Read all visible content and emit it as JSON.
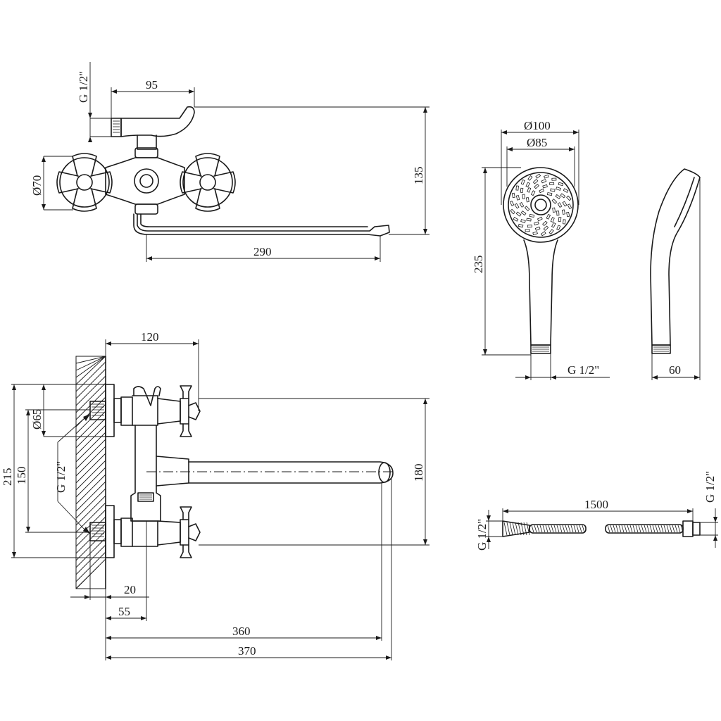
{
  "dimensions": {
    "top_view": {
      "thread": "G 1/2\"",
      "width_95": "95",
      "height_135": "135",
      "handle_diameter": "Ø70",
      "spout_length": "290"
    },
    "hand_shower": {
      "outer_diameter": "Ø100",
      "inner_diameter": "Ø85",
      "length": "235",
      "thread": "G 1/2\"",
      "depth": "60"
    },
    "front_view": {
      "depth_120": "120",
      "flange_diameter": "Ø65",
      "thread": "G 1/2\"",
      "overall_height": "215",
      "center_distance": "150",
      "spout_height": "180",
      "offset_20": "20",
      "offset_55": "55",
      "reach_360": "360",
      "reach_370": "370"
    },
    "hose": {
      "length": "1500",
      "thread_left": "G 1/2\"",
      "thread_right": "G 1/2\""
    }
  }
}
